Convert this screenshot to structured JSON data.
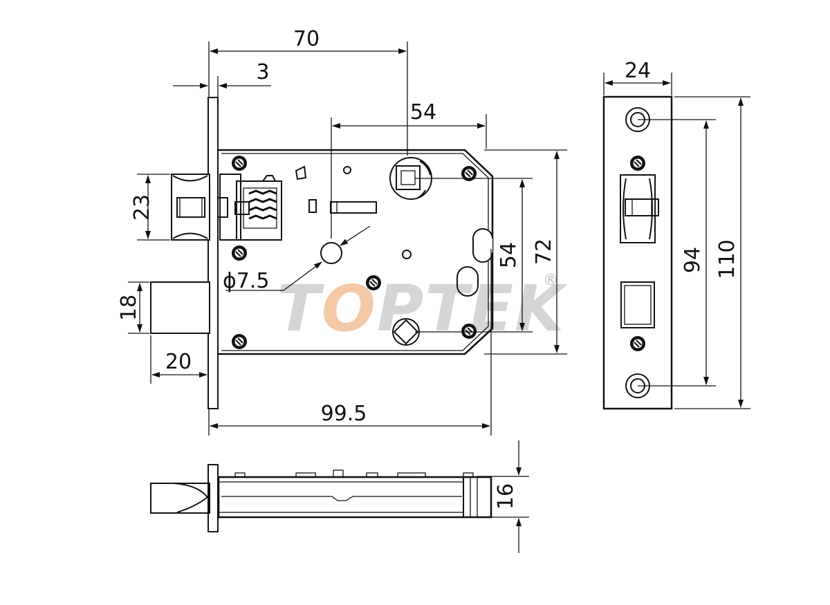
{
  "watermark": {
    "text": "TOPTEK",
    "registered": "®",
    "colors": {
      "main": "#d5d5d5",
      "accent": "#f3c9a8"
    }
  },
  "dimensions": {
    "front_width": "70",
    "faceplate_thickness": "3",
    "spindle_to_edge": "54",
    "latch_height": "23",
    "deadbolt_height": "18",
    "deadbolt_throw": "20",
    "overall_depth": "99.5",
    "hole_diameter": "ϕ7.5",
    "hole_center_distance": "54",
    "case_height": "72",
    "strike_width": "24",
    "strike_screw_distance": "94",
    "strike_height": "110",
    "body_thickness": "16"
  },
  "colors": {
    "line": "#111111",
    "background": "#ffffff"
  }
}
